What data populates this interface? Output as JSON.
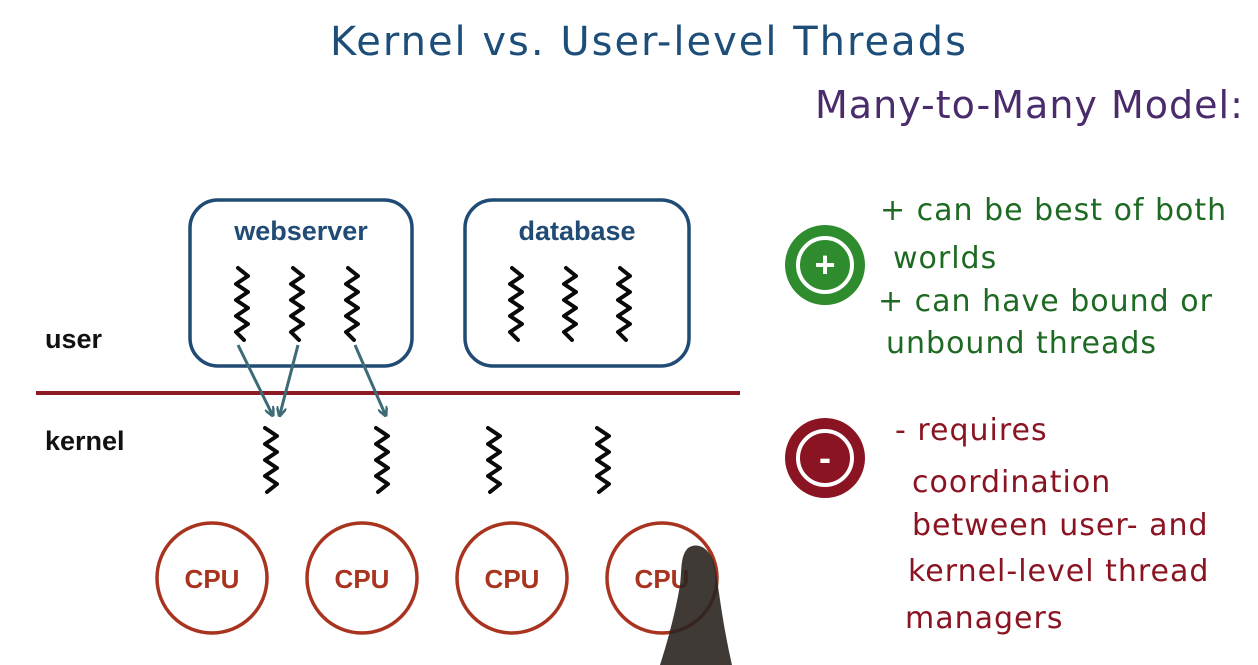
{
  "title": "Kernel vs. User-level Threads",
  "subtitle": "Many-to-Many Model:",
  "processes": [
    {
      "label": "webserver",
      "thread_count": 3
    },
    {
      "label": "database",
      "thread_count": 3
    }
  ],
  "layers": {
    "user": "user",
    "kernel": "kernel"
  },
  "kernel_thread_count": 4,
  "cpus": [
    "CPU",
    "CPU",
    "CPU",
    "CPU"
  ],
  "pros": {
    "symbol": "+",
    "lines": [
      "+ can be best of both",
      "worlds",
      "+ can have bound or",
      "unbound threads"
    ]
  },
  "cons": {
    "symbol": "-",
    "lines": [
      "- requires",
      "coordination",
      "between user- and",
      "kernel-level thread",
      "managers"
    ]
  },
  "colors": {
    "title": "#1d4e7a",
    "subtitle": "#4a2b6b",
    "process_box": "#1f4b75",
    "divider": "#8b1a22",
    "arrow": "#3d6b76",
    "cpu": "#a8331f",
    "pro": "#2e8b2e",
    "con": "#8a1421"
  }
}
